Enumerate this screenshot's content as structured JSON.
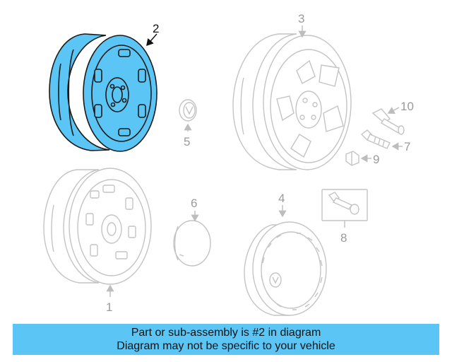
{
  "colors": {
    "highlight": "#5bc6f5",
    "banner": "#5bc6f5",
    "ghost_line": "#c4c4c4",
    "outline": "#1a1a1a"
  },
  "callouts": {
    "c1": "1",
    "c2": "2",
    "c3": "3",
    "c4": "4",
    "c5": "5",
    "c6": "6",
    "c7": "7",
    "c8": "8",
    "c9": "9",
    "c10": "10"
  },
  "banner": {
    "line1": "Part or sub-assembly is #2 in diagram",
    "line2": "Diagram may not be specific to your vehicle"
  },
  "highlighted_part": "2"
}
